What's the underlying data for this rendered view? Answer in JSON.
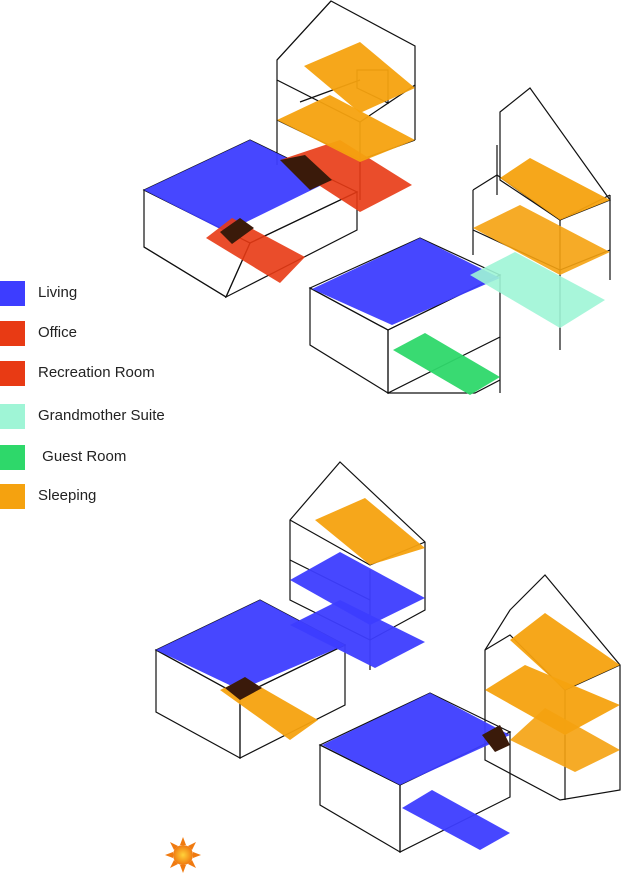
{
  "legend": {
    "items": [
      {
        "key": "living",
        "label": "Living",
        "color": "#3d3dff"
      },
      {
        "key": "office",
        "label": "Office",
        "color": "#e83a14"
      },
      {
        "key": "recreation",
        "label": "Recreation Room",
        "color": "#e83a14"
      },
      {
        "key": "grandmother",
        "label": "Grandmother Suite",
        "color": "#9ff5d6"
      },
      {
        "key": "guest",
        "label": " Guest Room",
        "color": "#2ed86a"
      },
      {
        "key": "sleeping",
        "label": "Sleeping",
        "color": "#f5a20f"
      }
    ]
  },
  "diagrams": {
    "top": {
      "depicts": "exploded axonometric of two houses with program zones"
    },
    "bottom": {
      "depicts": "exploded axonometric of two houses with program zones"
    }
  },
  "icons": {
    "sun": "sun-icon"
  }
}
